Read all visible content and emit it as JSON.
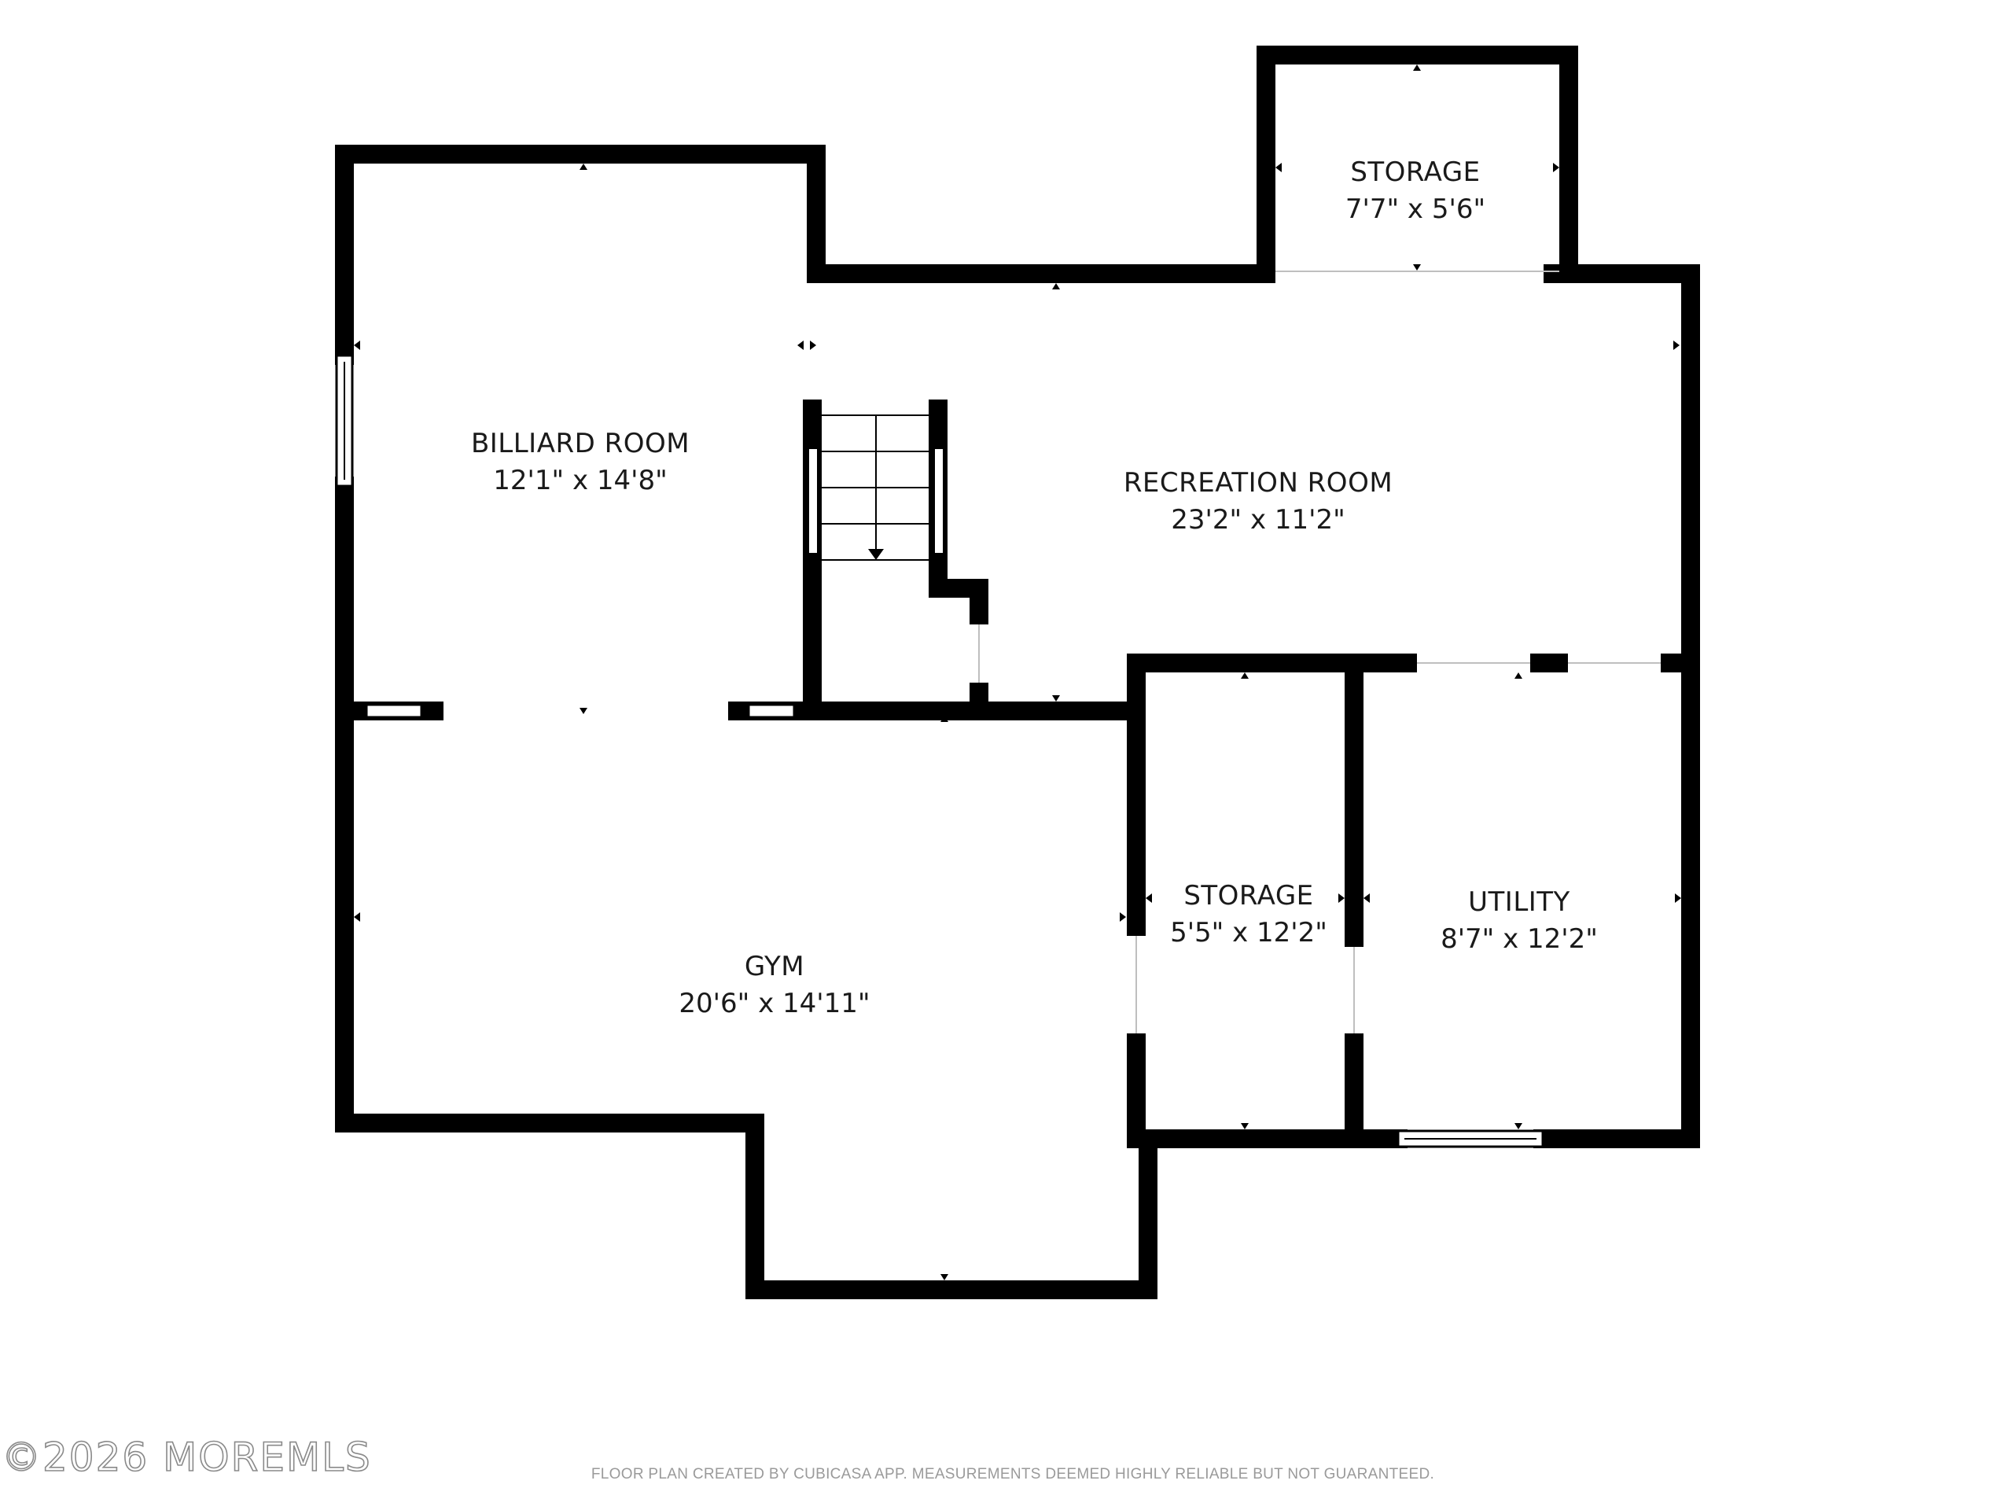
{
  "rooms": {
    "billiard": {
      "name": "BILLIARD ROOM",
      "dims": "12'1\" x 14'8\""
    },
    "recreation": {
      "name": "RECREATION ROOM",
      "dims": "23'2\" x 11'2\""
    },
    "storage_top": {
      "name": "STORAGE",
      "dims": "7'7\" x 5'6\""
    },
    "gym": {
      "name": "GYM",
      "dims": "20'6\" x 14'11\""
    },
    "storage_mid": {
      "name": "STORAGE",
      "dims": "5'5\" x 12'2\""
    },
    "utility": {
      "name": "UTILITY",
      "dims": "8'7\" x 12'2\""
    }
  },
  "footer": {
    "note": "FLOOR PLAN CREATED BY CUBICASA APP. MEASUREMENTS DEEMED HIGHLY RELIABLE BUT NOT GUARANTEED.",
    "watermark": "©2026 MOREMLS"
  },
  "colors": {
    "wall": "#000000",
    "background": "#ffffff",
    "footer_text": "#9a9a9a"
  }
}
